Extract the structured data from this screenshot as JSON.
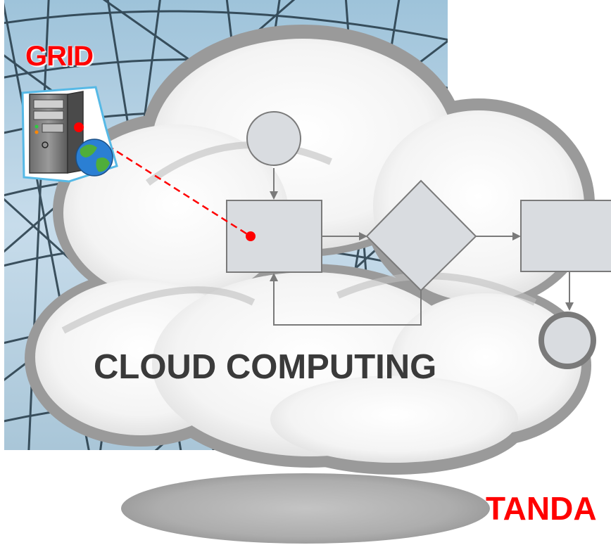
{
  "labels": {
    "grid": "GRID",
    "cloud": "CLOUD COMPUTING",
    "standard": "TANDA"
  },
  "colors": {
    "accent_red": "#ff0000",
    "cloud_text": "#3a3a3a",
    "node_fill": "#d9dce0",
    "node_stroke": "#7a7a7a",
    "cloud_outline": "#9a9a9a",
    "sky": "#b9d4e4"
  },
  "icons": {
    "server": "server-tower-icon",
    "globe": "globe-icon"
  }
}
